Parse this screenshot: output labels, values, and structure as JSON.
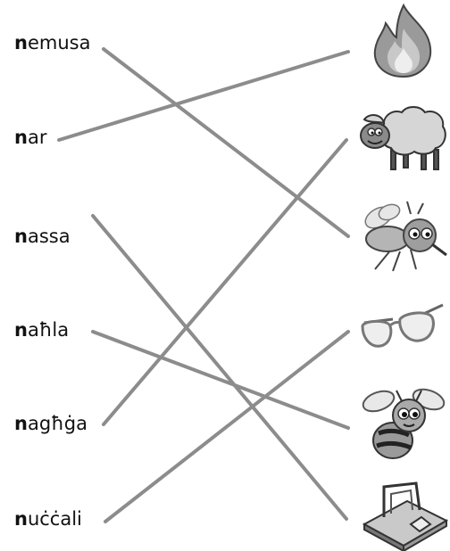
{
  "words": [
    {
      "first": "n",
      "rest": "emusa"
    },
    {
      "first": "n",
      "rest": "ar"
    },
    {
      "first": "n",
      "rest": "assa"
    },
    {
      "first": "n",
      "rest": "aħla"
    },
    {
      "first": "n",
      "rest": "agħġa"
    },
    {
      "first": "n",
      "rest": "uċċali"
    }
  ],
  "pictures": [
    "fire-icon",
    "sheep-icon",
    "mosquito-icon",
    "glasses-icon",
    "bee-icon",
    "mousetrap-icon"
  ],
  "matches": [
    [
      0,
      2
    ],
    [
      1,
      0
    ],
    [
      2,
      5
    ],
    [
      3,
      4
    ],
    [
      4,
      1
    ],
    [
      5,
      3
    ]
  ],
  "colors": {
    "line": "#8c8c8c",
    "text": "#111111"
  }
}
